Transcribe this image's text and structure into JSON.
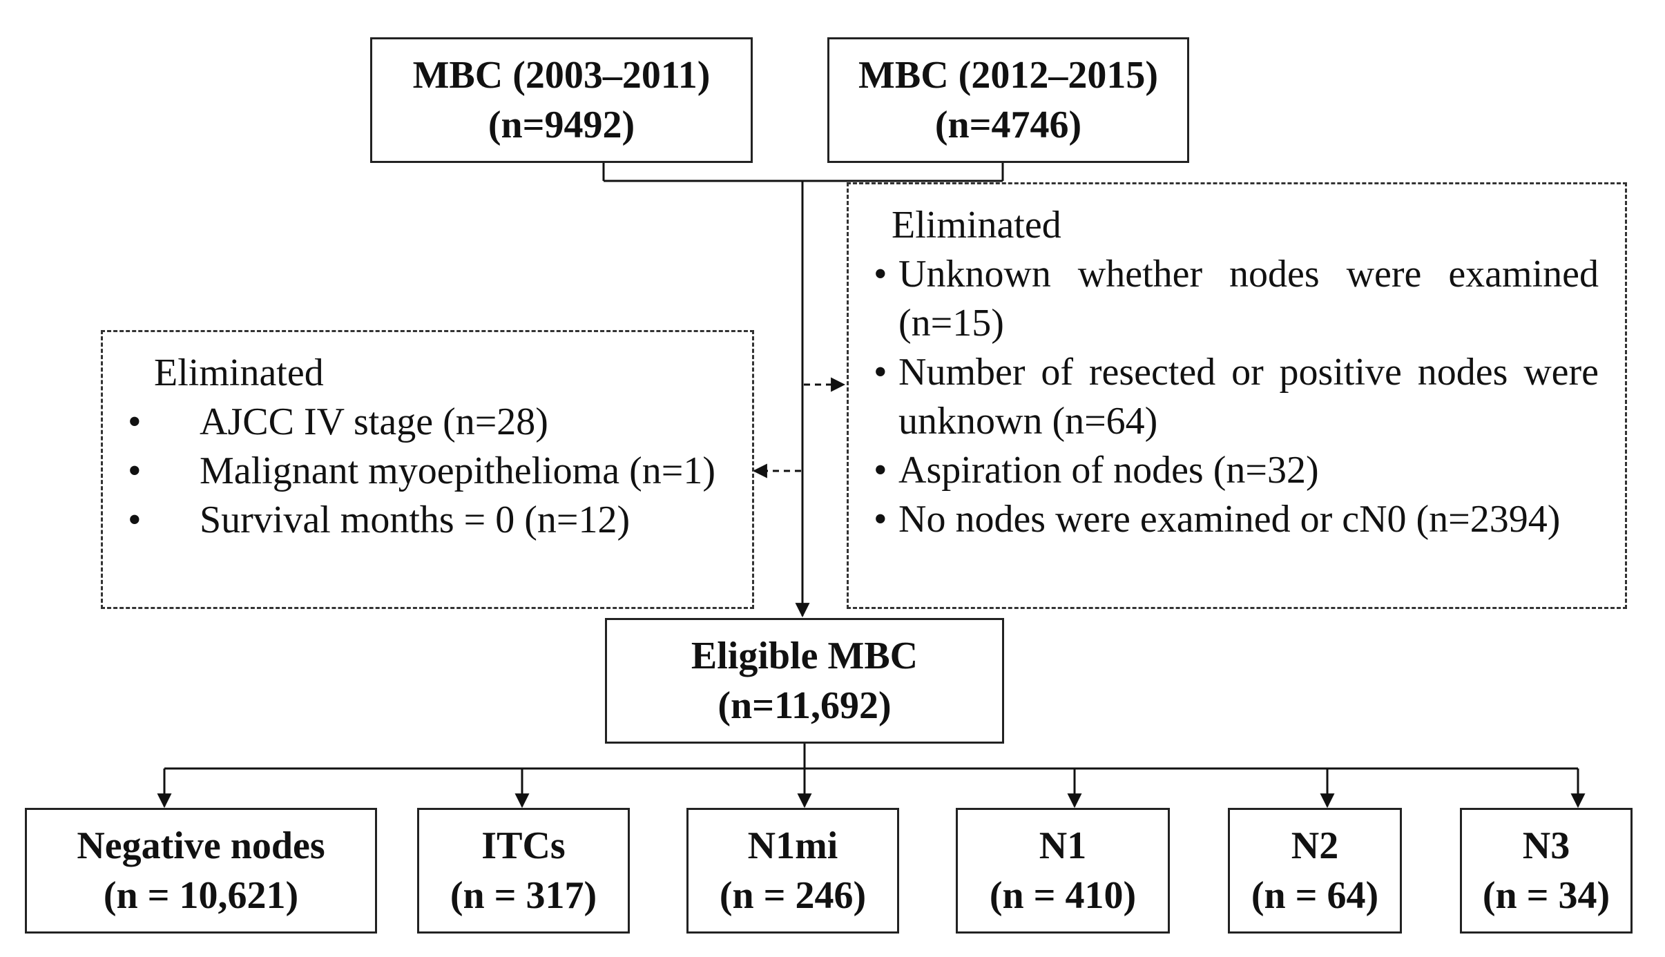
{
  "sources": [
    {
      "title": "MBC (2003–2011)",
      "count": "(n=9492)"
    },
    {
      "title": "MBC (2012–2015)",
      "count": "(n=4746)"
    }
  ],
  "excluded_left": {
    "heading": "Eliminated",
    "items": [
      "AJCC IV stage (n=28)",
      "Malignant myoepithelioma (n=1)",
      "Survival months = 0 (n=12)"
    ]
  },
  "excluded_right": {
    "heading": "Eliminated",
    "items": [
      "Unknown whether nodes were examined (n=15)",
      "Number of resected or positive nodes were unknown (n=64)",
      "Aspiration of nodes (n=32)",
      "No nodes were examined or cN0 (n=2394)"
    ]
  },
  "bullet": "•",
  "eligible": {
    "title": "Eligible MBC",
    "count": "(n=11,692)"
  },
  "groups": [
    {
      "title": "Negative nodes",
      "count": "(n = 10,621)"
    },
    {
      "title": "ITCs",
      "count": "(n = 317)"
    },
    {
      "title": "N1mi",
      "count": "(n = 246)"
    },
    {
      "title": "N1",
      "count": "(n = 410)"
    },
    {
      "title": "N2",
      "count": "(n = 64)"
    },
    {
      "title": "N3",
      "count": "(n = 34)"
    }
  ]
}
